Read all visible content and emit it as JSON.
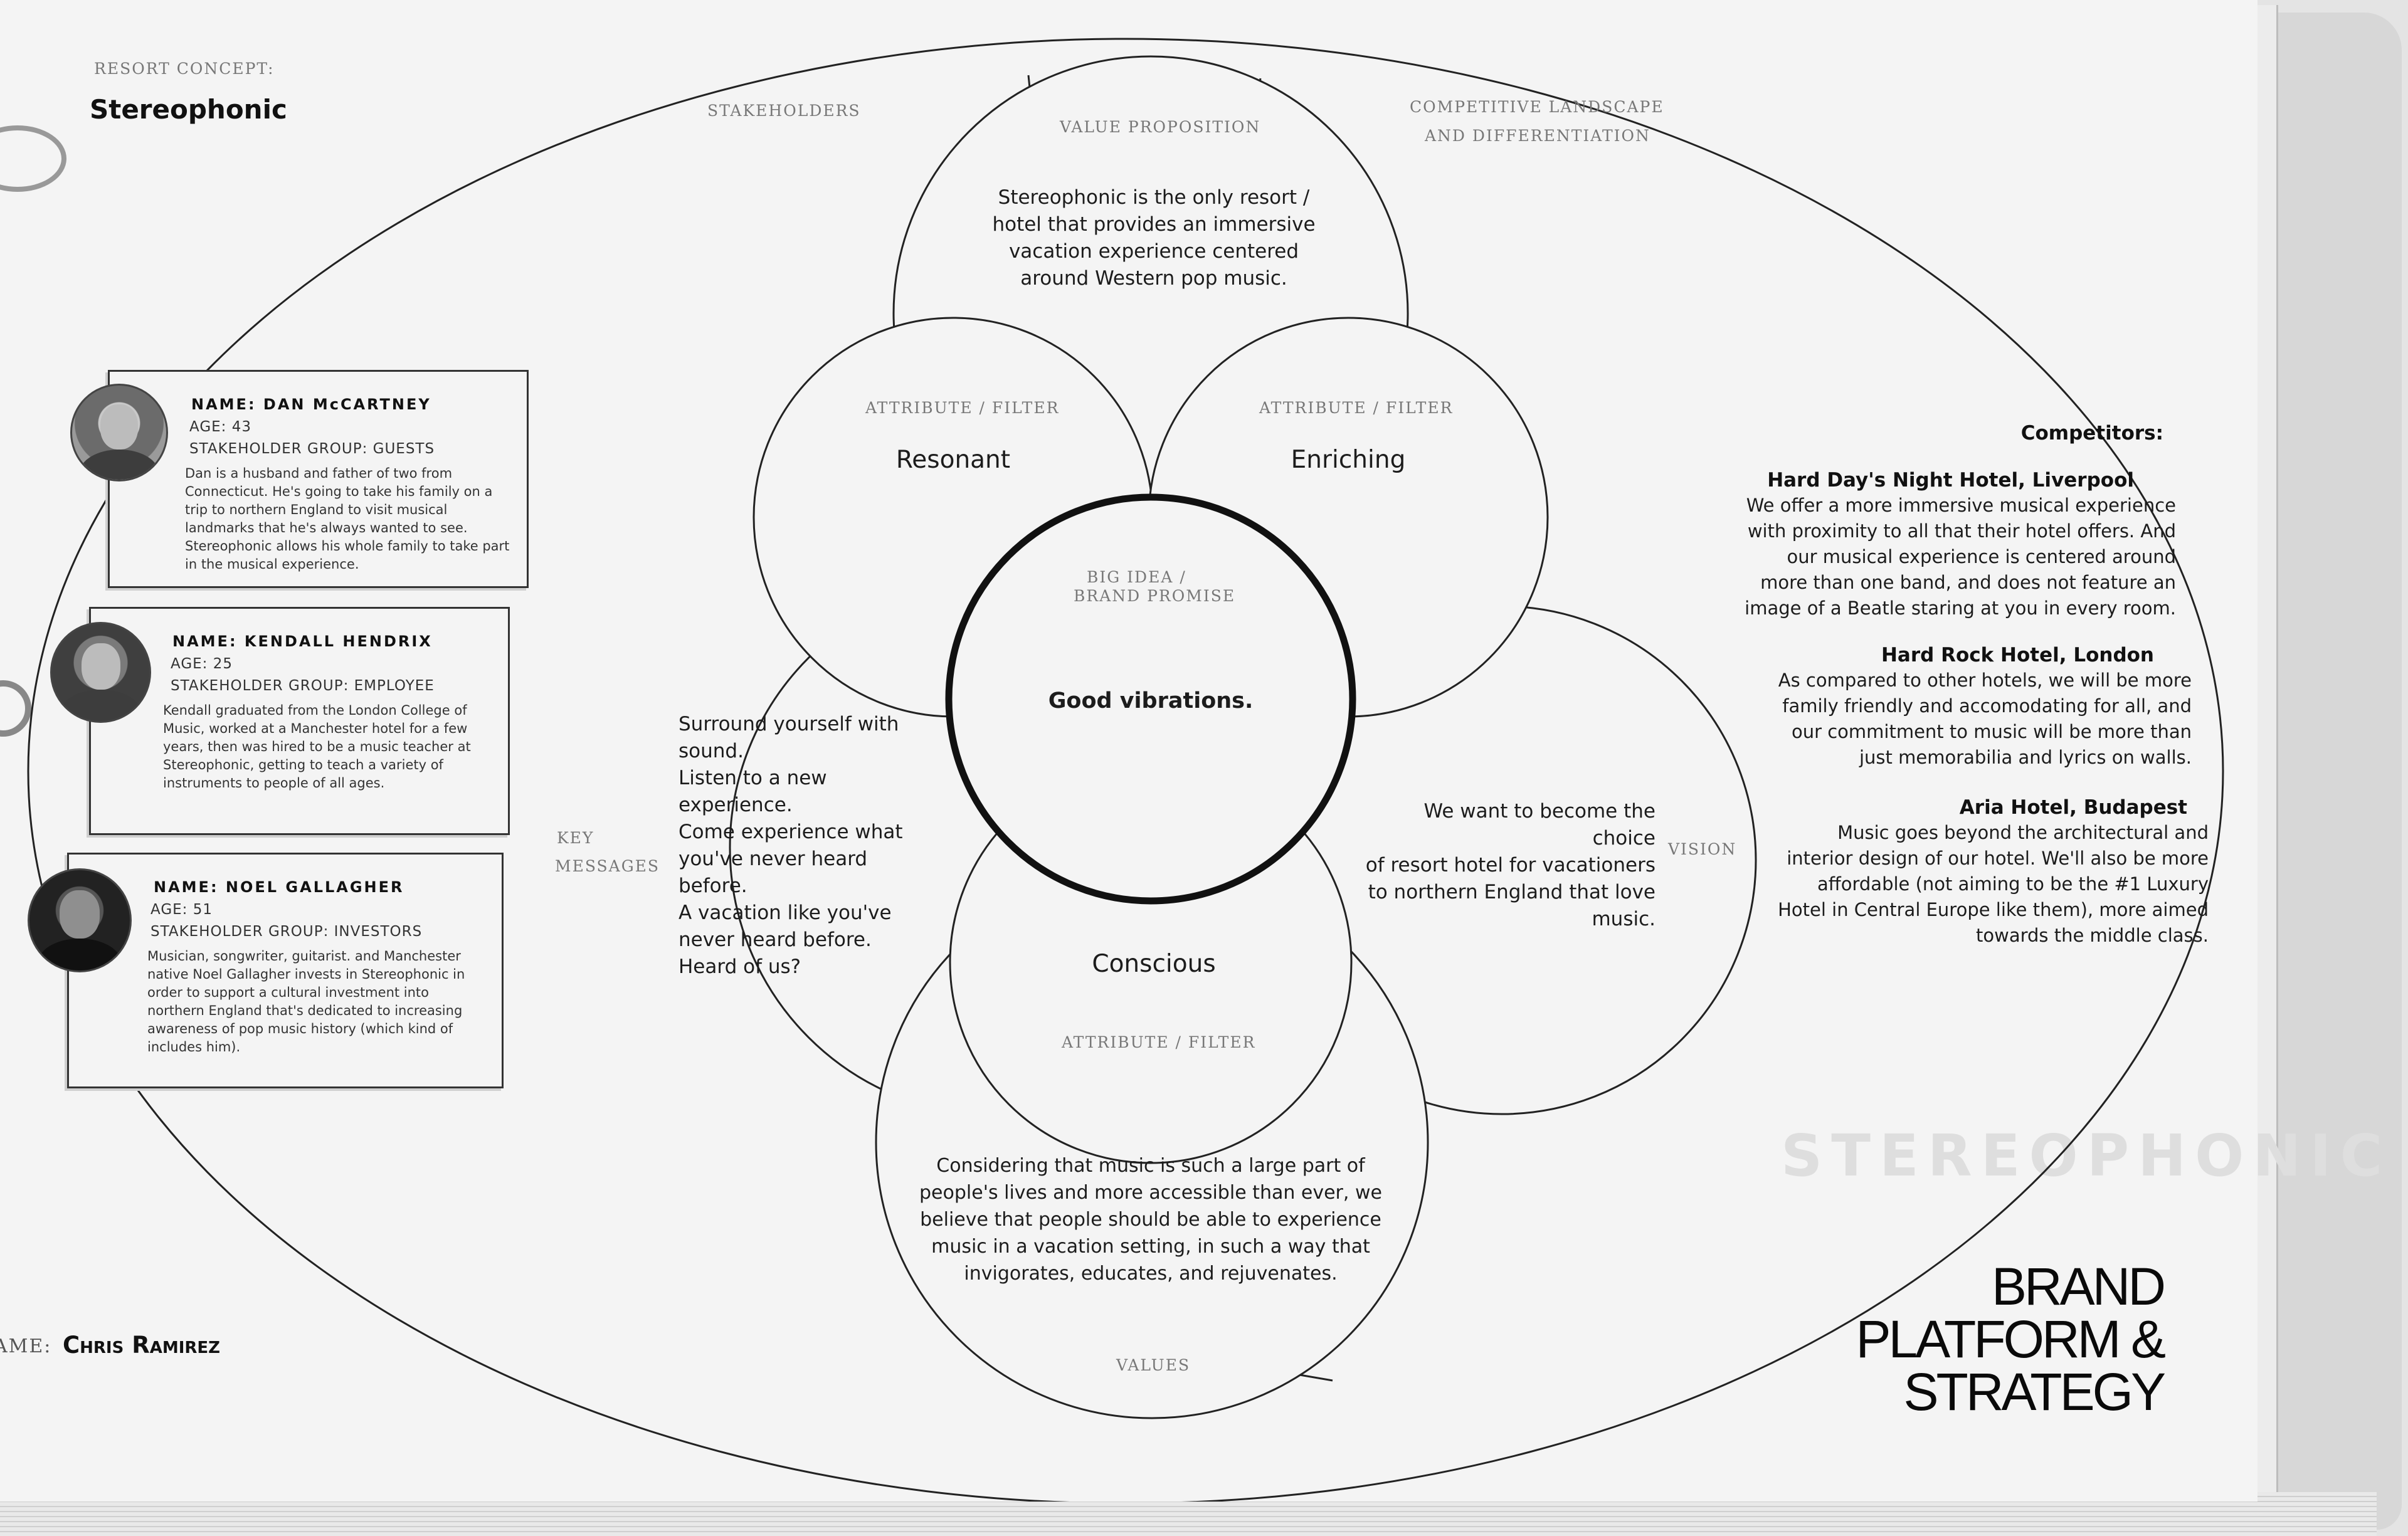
{
  "header": {
    "concept_label": "RESORT CONCEPT:",
    "concept_title": "Stereophonic"
  },
  "sections": {
    "stakeholders": "STAKEHOLDERS",
    "value_proposition": "VALUE PROPOSITION",
    "competitive_line1": "COMPETITIVE LANDSCAPE",
    "competitive_line2": "AND DIFFERENTIATION",
    "key_messages_line1": "KEY",
    "key_messages_line2": "MESSAGES",
    "vision": "VISION",
    "values": "VALUES",
    "big_idea_line1": "BIG IDEA /",
    "big_idea_line2": "BRAND PROMISE"
  },
  "value_proposition_text": [
    "Stereophonic is the only resort /",
    "hotel that provides an immersive",
    "vacation experience centered",
    "around Western pop music."
  ],
  "attributes": {
    "filter_label": "ATTRIBUTE / FILTER",
    "resonant": "Resonant",
    "enriching": "Enriching",
    "conscious": "Conscious"
  },
  "big_idea_text": "Good vibrations.",
  "key_messages_text": [
    "Surround yourself with",
    "sound.",
    "Listen to a new",
    "experience.",
    "Come experience what",
    "you've never heard",
    "before.",
    "A vacation like you've",
    "never heard before.",
    "Heard of us?"
  ],
  "vision_text": [
    "We want to become the choice",
    "of resort hotel for vacationers",
    "to northern England that love",
    "music."
  ],
  "values_text": [
    "Considering that music is such a large part of",
    "people's lives and more accessible than ever, we",
    "believe that people should be able to experience",
    "music in a vacation setting, in such a way that",
    "invigorates, educates, and rejuvenates."
  ],
  "stakeholders": [
    {
      "name": "NAME: DAN McCARTNEY",
      "age": "AGE: 43",
      "group": "STAKEHOLDER GROUP: GUESTS",
      "description": "Dan is a husband and father of two from Connecticut. He's going to take his family on a trip to northern England to visit musical landmarks that he's always wanted to see. Stereophonic allows his whole family to take part in the musical experience."
    },
    {
      "name": "NAME: KENDALL HENDRIX",
      "age": "AGE: 25",
      "group": "STAKEHOLDER GROUP: EMPLOYEE",
      "description": "Kendall graduated from the London College of Music, worked at a Manchester hotel for a few years, then was hired to be a music teacher at Stereophonic, getting to teach a variety of instruments to people of all ages."
    },
    {
      "name": "NAME: NOEL GALLAGHER",
      "age": "AGE: 51",
      "group": "STAKEHOLDER GROUP: INVESTORS",
      "description": "Musician, songwriter, guitarist. and Manchester native Noel Gallagher invests in Stereophonic in order to support a cultural investment into northern England that's dedicated to increasing awareness of pop music history (which kind of includes him)."
    }
  ],
  "competitors": {
    "heading": "Competitors:",
    "items": [
      {
        "name": "Hard Day's Night Hotel, Liverpool",
        "lines": [
          "We offer a more immersive musical experience",
          "with proximity to all that their hotel offers. And",
          "our musical experience is centered around",
          "more than one band, and does not feature an",
          "image of a Beatle staring at you in every room."
        ]
      },
      {
        "name": "Hard Rock Hotel, London",
        "lines": [
          "As compared to other hotels, we will be more",
          "family friendly and accomodating for all, and",
          "our commitment to music will be more than",
          "just memorabilia and lyrics on walls."
        ]
      },
      {
        "name": "Aria Hotel, Budapest",
        "lines": [
          "Music goes beyond the architectural and",
          "interior design of our hotel. We'll also be more",
          "affordable (not aiming to be the #1 Luxury",
          "Hotel in Central Europe like them), more aimed",
          "towards the middle class."
        ]
      }
    ]
  },
  "footer": {
    "name_label": "AME:",
    "name_value": "Chris Ramirez",
    "brand_line1": "BRAND",
    "brand_line2": "PLATFORM &",
    "brand_line3": "STRATEGY"
  },
  "ghost_text": "STEREOPHONIC"
}
